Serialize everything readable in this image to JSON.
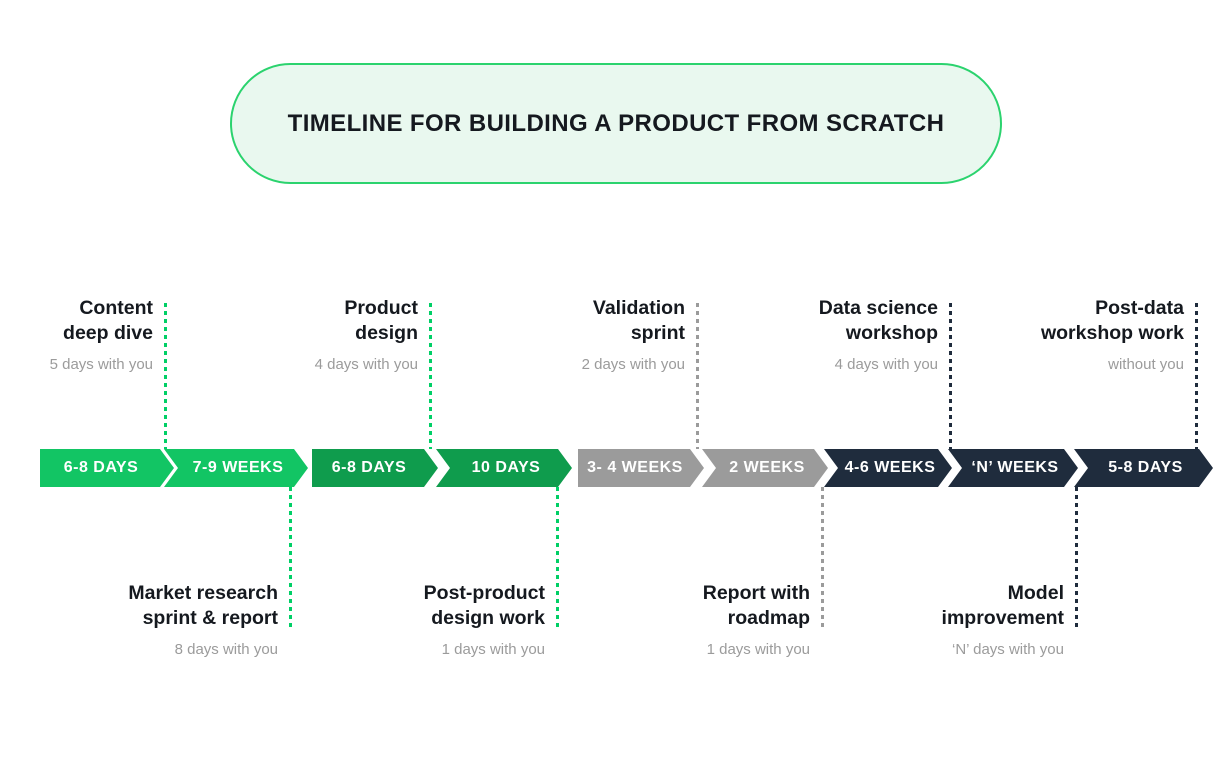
{
  "colors": {
    "green_bright": "#12c564",
    "green_dark": "#0f9c4d",
    "gray": "#9b9b9b",
    "navy": "#1f2c3d",
    "title_border": "#2bd36e",
    "title_fill": "#e9f8ef",
    "connector_green": "#00cf66",
    "connector_gray": "#9b9b9b",
    "connector_navy": "#1f2c3d",
    "text_dark": "#15191f",
    "text_gray": "#9b9b9b"
  },
  "header": {
    "title": "TIMELINE FOR BUILDING A PRODUCT FROM SCRATCH"
  },
  "timeline": {
    "segments": [
      {
        "label": "6-8 DAYS",
        "color": "green_bright"
      },
      {
        "label": "7-9 WEEKS",
        "color": "green_bright"
      },
      {
        "label": "6-8 DAYS",
        "color": "green_dark"
      },
      {
        "label": "10 DAYS",
        "color": "green_dark"
      },
      {
        "label": "3- 4 WEEKS",
        "color": "gray"
      },
      {
        "label": "2 WEEKS",
        "color": "gray"
      },
      {
        "label": "4-6 WEEKS",
        "color": "navy"
      },
      {
        "label": "‘N’ WEEKS",
        "color": "navy"
      },
      {
        "label": "5-8 DAYS",
        "color": "navy"
      }
    ]
  },
  "milestones_top": [
    {
      "title_lines": [
        "Content",
        "deep dive"
      ],
      "sub": "5 days with you"
    },
    {
      "title_lines": [
        "Product",
        "design"
      ],
      "sub": "4 days with you"
    },
    {
      "title_lines": [
        "Validation",
        "sprint"
      ],
      "sub": "2 days with you"
    },
    {
      "title_lines": [
        "Data science",
        "workshop"
      ],
      "sub": "4 days with you"
    },
    {
      "title_lines": [
        "Post-data",
        "workshop work"
      ],
      "sub": "without you"
    }
  ],
  "milestones_bottom": [
    {
      "title_lines": [
        "Market research",
        "sprint & report"
      ],
      "sub": "8 days with you"
    },
    {
      "title_lines": [
        "Post-product",
        "design work"
      ],
      "sub": "1 days with you"
    },
    {
      "title_lines": [
        "Report with",
        "roadmap"
      ],
      "sub": "1 days with you"
    },
    {
      "title_lines": [
        "Model",
        "improvement"
      ],
      "sub": "‘N’ days with you"
    }
  ]
}
